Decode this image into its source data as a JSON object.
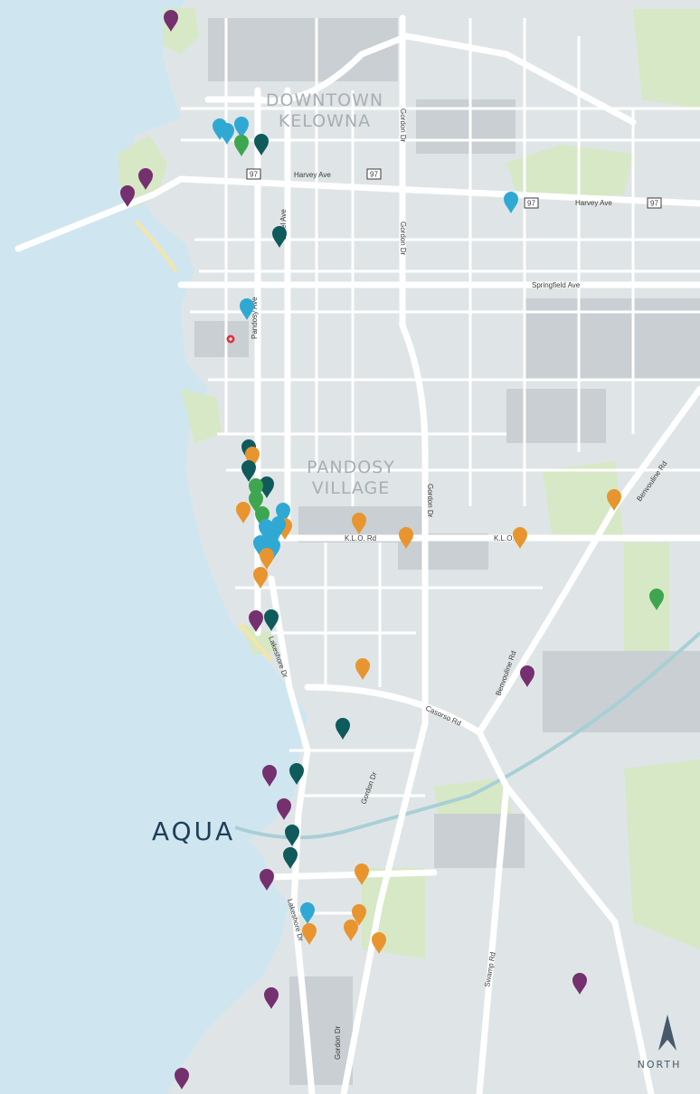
{
  "map": {
    "neighbourhoods": [
      "DOWNTOWN",
      "KELOWNA",
      "PANDOSY",
      "VILLAGE"
    ],
    "project_label": "AQUA",
    "north_label": "NORTH",
    "roads": {
      "gordon": "Gordon Dr",
      "harvey": "Harvey Ave",
      "springfield": "Springfield Ave",
      "pandosy": "Pandosy Ave",
      "ethel": "Ethel Ave",
      "klo": "K.L.O. Rd",
      "lakeshore": "Lakeshore Dr",
      "casorso": "Casorso Rd",
      "benvoulin": "Benvouline Rd",
      "benvoulin2": "Benvouline Rd",
      "swamp": "Swamp Rd",
      "highway": "97"
    },
    "marker_colors": {
      "purple": "#74306f",
      "teal": "#0f5a5a",
      "blue": "#2fa9d4",
      "green": "#3ea64e",
      "orange": "#e8952f"
    }
  }
}
